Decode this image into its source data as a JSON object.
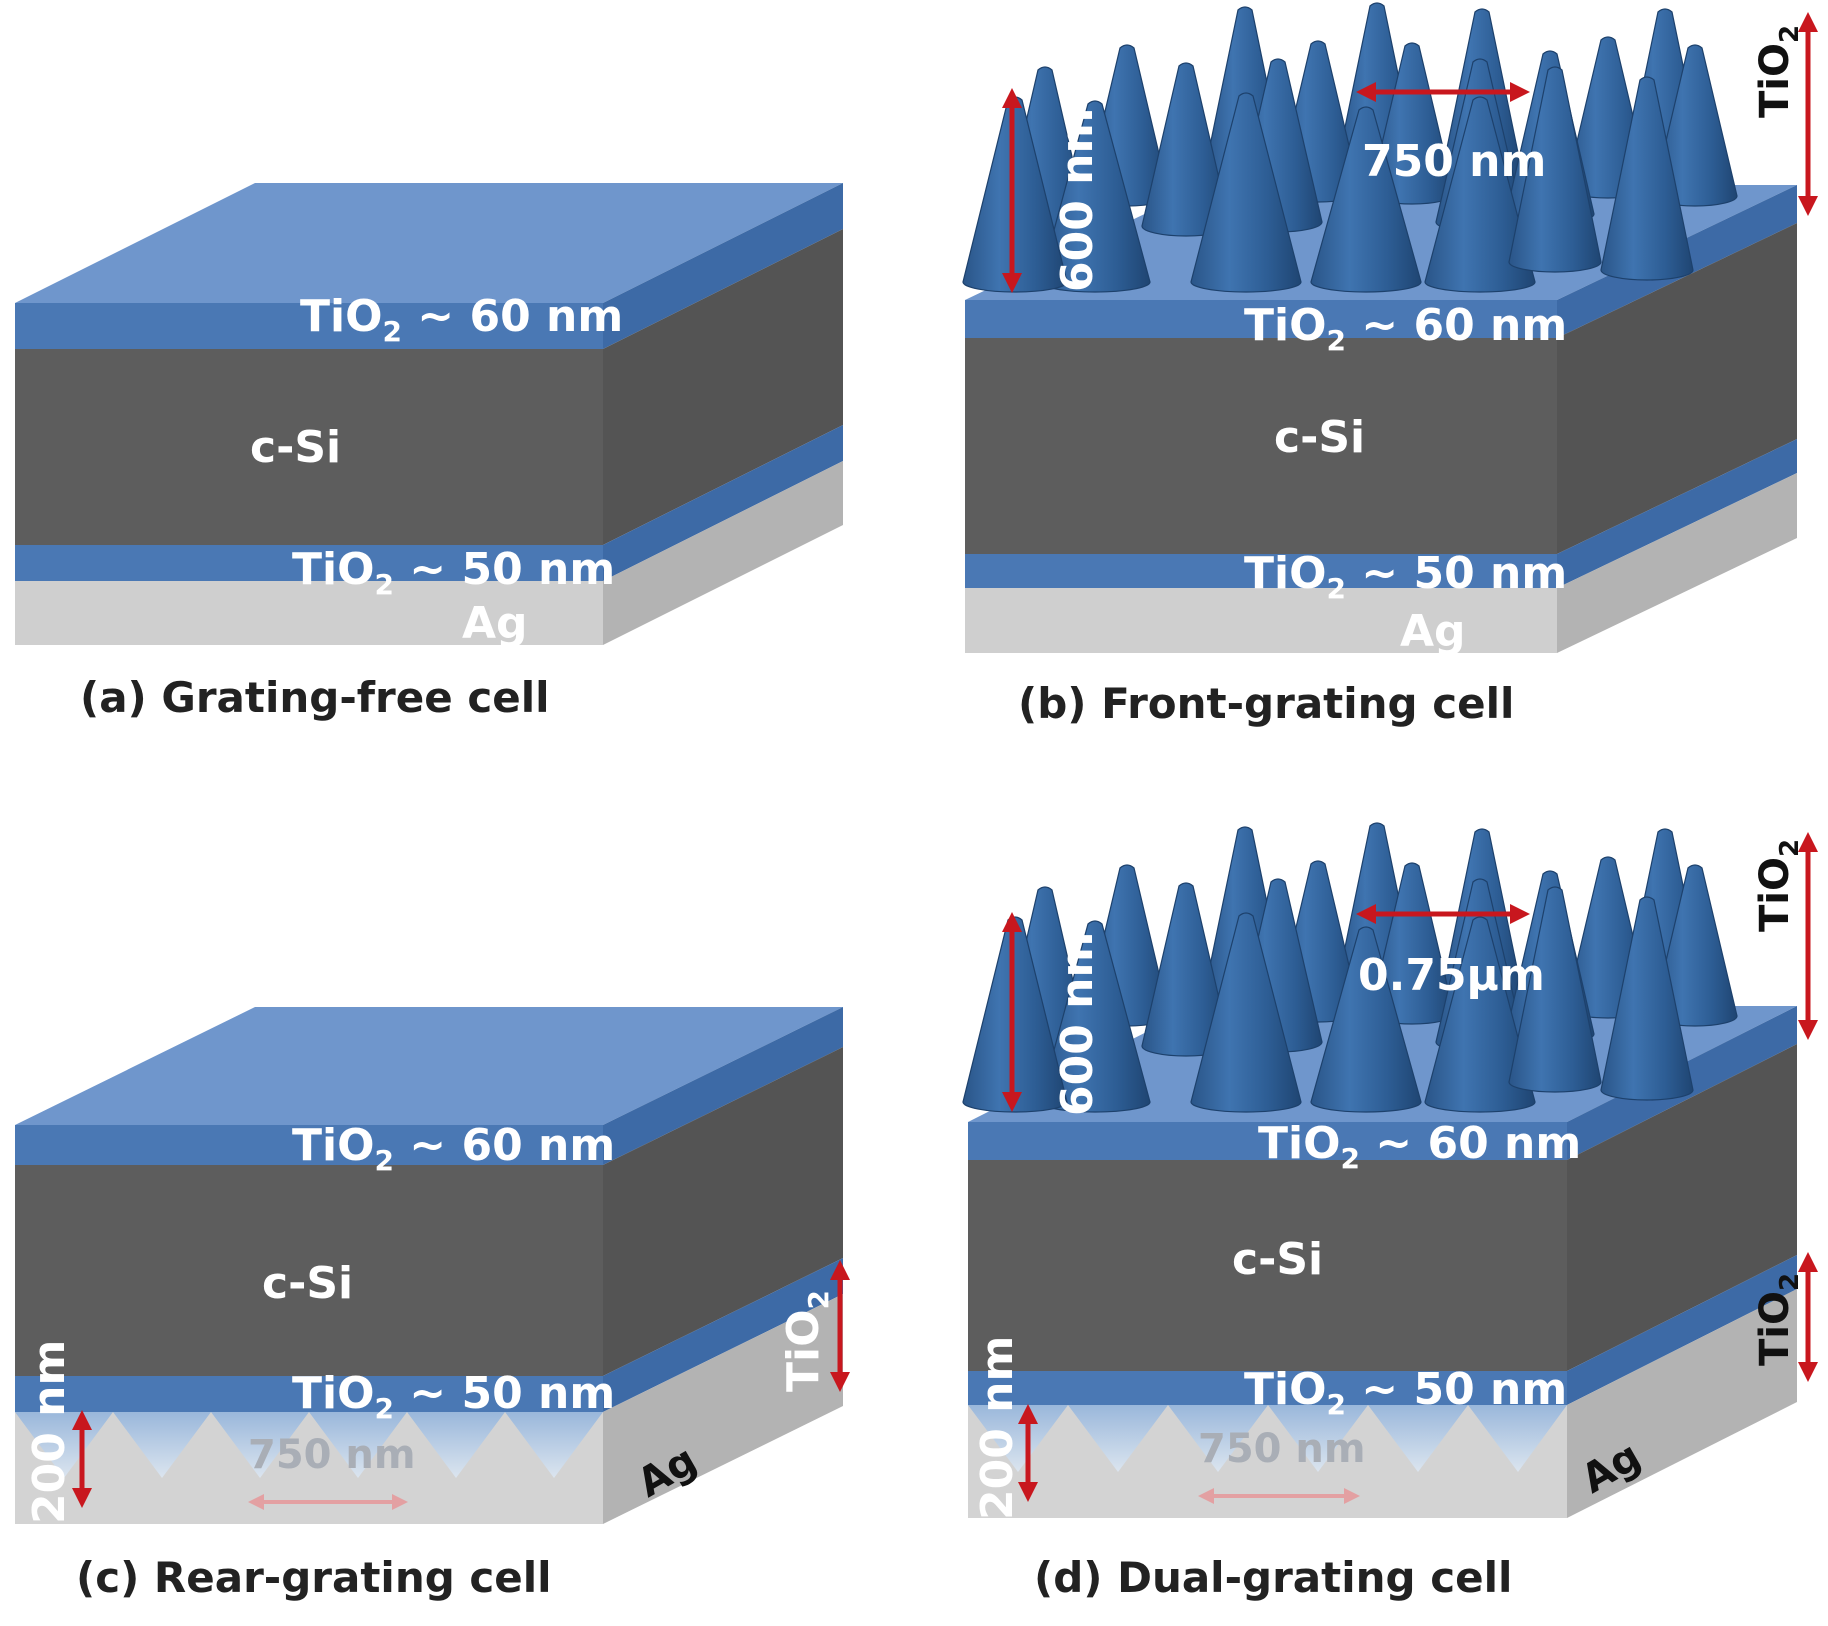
{
  "panels": {
    "a": {
      "caption": "(a) Grating-free cell",
      "top_layer": {
        "base": "TiO",
        "sub": "2",
        "suffix": " ~ 60 nm"
      },
      "bulk": "c-Si",
      "bottom_layer": {
        "base": "TiO",
        "sub": "2",
        "suffix": " ~ 50 nm"
      },
      "substrate": "Ag"
    },
    "b": {
      "caption": "(b) Front-grating cell",
      "top_layer": {
        "base": "TiO",
        "sub": "2",
        "suffix": " ~ 60 nm"
      },
      "bulk": "c-Si",
      "bottom_layer": {
        "base": "TiO",
        "sub": "2",
        "suffix": " ~ 50 nm"
      },
      "substrate": "Ag",
      "cone_height": "600 nm",
      "cone_period": "750 nm",
      "cone_material": {
        "base": "TiO",
        "sub": "2"
      }
    },
    "c": {
      "caption": "(c) Rear-grating cell",
      "top_layer": {
        "base": "TiO",
        "sub": "2",
        "suffix": " ~ 60 nm"
      },
      "bulk": "c-Si",
      "bottom_layer": {
        "base": "TiO",
        "sub": "2",
        "suffix": " ~ 50 nm"
      },
      "substrate": "Ag",
      "rear_height": "200 nm",
      "rear_period": "750 nm",
      "rear_material": {
        "base": "TiO",
        "sub": "2"
      }
    },
    "d": {
      "caption": "(d) Dual-grating cell",
      "top_layer": {
        "base": "TiO",
        "sub": "2",
        "suffix": " ~ 60 nm"
      },
      "bulk": "c-Si",
      "bottom_layer": {
        "base": "TiO",
        "sub": "2",
        "suffix": " ~ 50 nm"
      },
      "substrate": "Ag",
      "cone_height": "600 nm",
      "cone_period": "0.75μm",
      "cone_material": {
        "base": "TiO",
        "sub": "2"
      },
      "rear_height": "200 nm",
      "rear_period": "750 nm",
      "rear_material": {
        "base": "TiO",
        "sub": "2"
      }
    }
  },
  "colors": {
    "tio2_front": "#4a78b4",
    "tio2_top": "#6f96cc",
    "tio2_side": "#3d6aa6",
    "si_front": "#5d5d5d",
    "si_side": "#545454",
    "ag_front": "#cfcfcf",
    "ag_side": "#b3b3b3",
    "arrow": "#c8171e",
    "cone": "#2f5f96"
  }
}
